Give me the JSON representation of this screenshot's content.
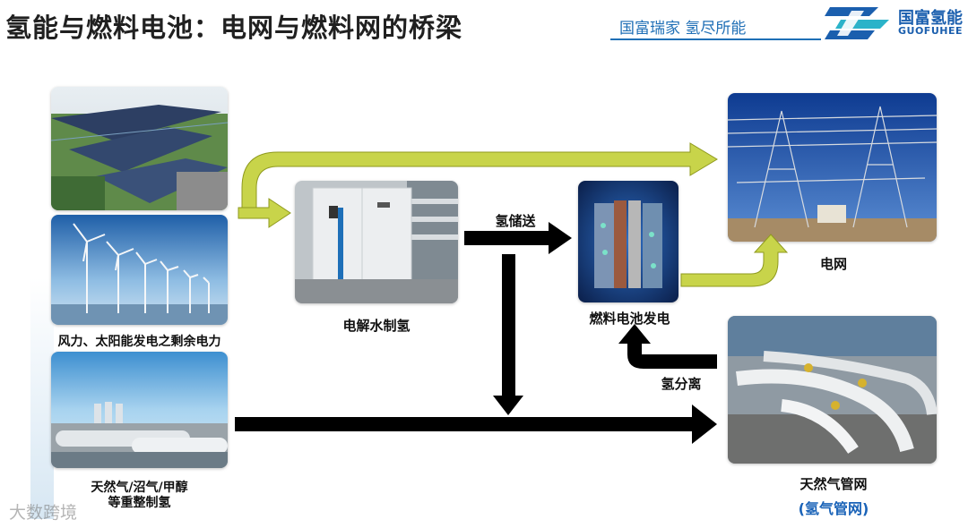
{
  "header": {
    "title": "氢能与燃料电池：电网与燃料网的桥梁",
    "slogan": "国富瑞家  氢尽所能",
    "logo_cn": "国富氢能",
    "logo_en": "GUOFUHEE"
  },
  "nodes": {
    "renewables_label": "风力、太阳能发电之剩余电力",
    "gas_label_line1": "天然气/沼气/甲醇",
    "gas_label_line2": "等重整制氢",
    "electrolysis_label": "电解水制氢",
    "fuelcell_label": "燃料电池发电",
    "grid_label": "电网",
    "gasnet_label": "天然气管网",
    "gasnet_sublabel": "(氢气管网)"
  },
  "edges": {
    "storage_label": "氢储送",
    "separation_label": "氢分离"
  },
  "watermark": "大数跨境",
  "colors": {
    "yellow_arrow": "#c8d44a",
    "black_arrow": "#000000",
    "accent_blue": "#1f6fb6"
  }
}
